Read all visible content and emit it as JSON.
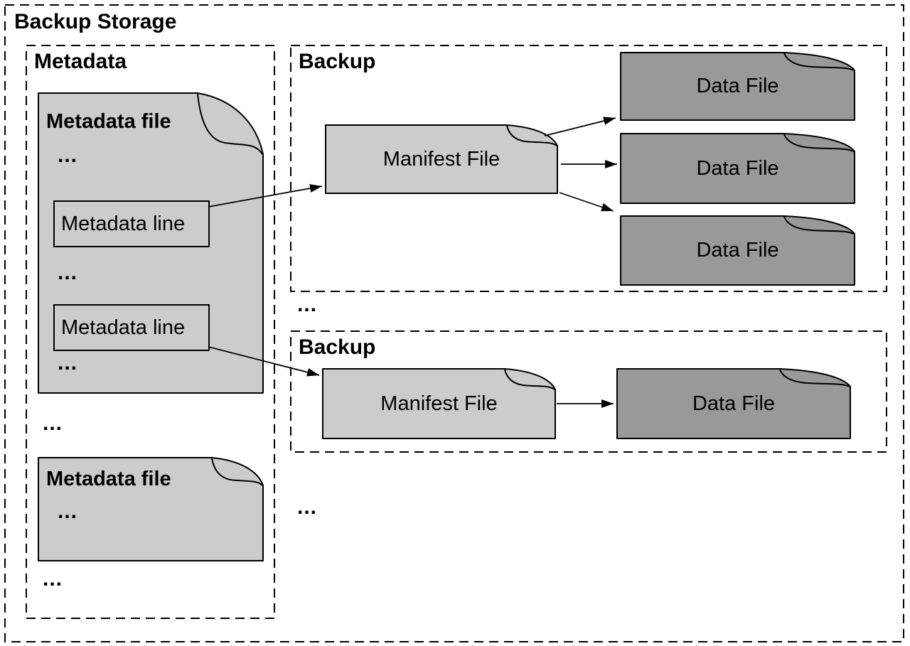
{
  "title": "Backup Storage",
  "ellipsis": "...",
  "colors": {
    "doc_light": "#cccccc",
    "doc_dark": "#999999",
    "line": "#000000",
    "background": "#ffffff"
  },
  "metadata": {
    "label": "Metadata",
    "file1": {
      "title": "Metadata file",
      "line1": "Metadata line",
      "line2": "Metadata line"
    },
    "file2": {
      "title": "Metadata file"
    }
  },
  "backups": [
    {
      "label": "Backup",
      "manifest_label": "Manifest File",
      "data_files": [
        "Data File",
        "Data File",
        "Data File"
      ]
    },
    {
      "label": "Backup",
      "manifest_label": "Manifest File",
      "data_files": [
        "Data File"
      ]
    }
  ]
}
